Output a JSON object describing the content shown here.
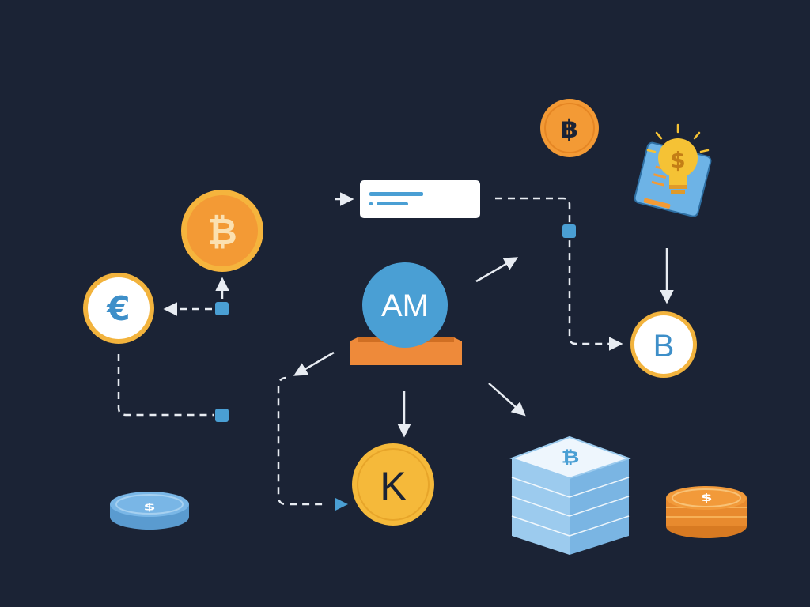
{
  "center_node": {
    "label": "AM",
    "color": "#4a9fd4",
    "base_color": "#ee8a3a"
  },
  "coins": {
    "bitcoin_top": {
      "symbol": "฿",
      "fill": "#f39a35",
      "ink": "#1b2335"
    },
    "bitcoin_left": {
      "symbol": "₿",
      "fill": "#f39a35",
      "ink": "#fbe0b0"
    },
    "euro": {
      "symbol": "€",
      "fill": "#ffffff",
      "ring": "#f2b33d",
      "ink": "#3e8fc9"
    },
    "b_coin": {
      "symbol": "B",
      "fill": "#ffffff",
      "ring": "#f2b33d",
      "ink": "#3e8fc9"
    },
    "k_coin": {
      "symbol": "K",
      "fill": "#f5b93a",
      "ink": "#1b2335"
    },
    "dollar_blue": {
      "symbol": "$",
      "fill": "#79b6e6"
    },
    "dollar_orange": {
      "symbol": "$",
      "fill": "#f29a3a"
    },
    "bitcoin_stack": {
      "symbol": "₿",
      "fill": "#a9d3f3"
    }
  },
  "idea_card": {
    "symbol": "$",
    "bulb_color": "#f5c235",
    "card_color": "#6db3e6"
  },
  "text_box": {
    "line_color": "#4a9fd4"
  },
  "colors": {
    "background": "#1b2335",
    "line": "#e8ecf2",
    "node": "#4a9fd4"
  }
}
